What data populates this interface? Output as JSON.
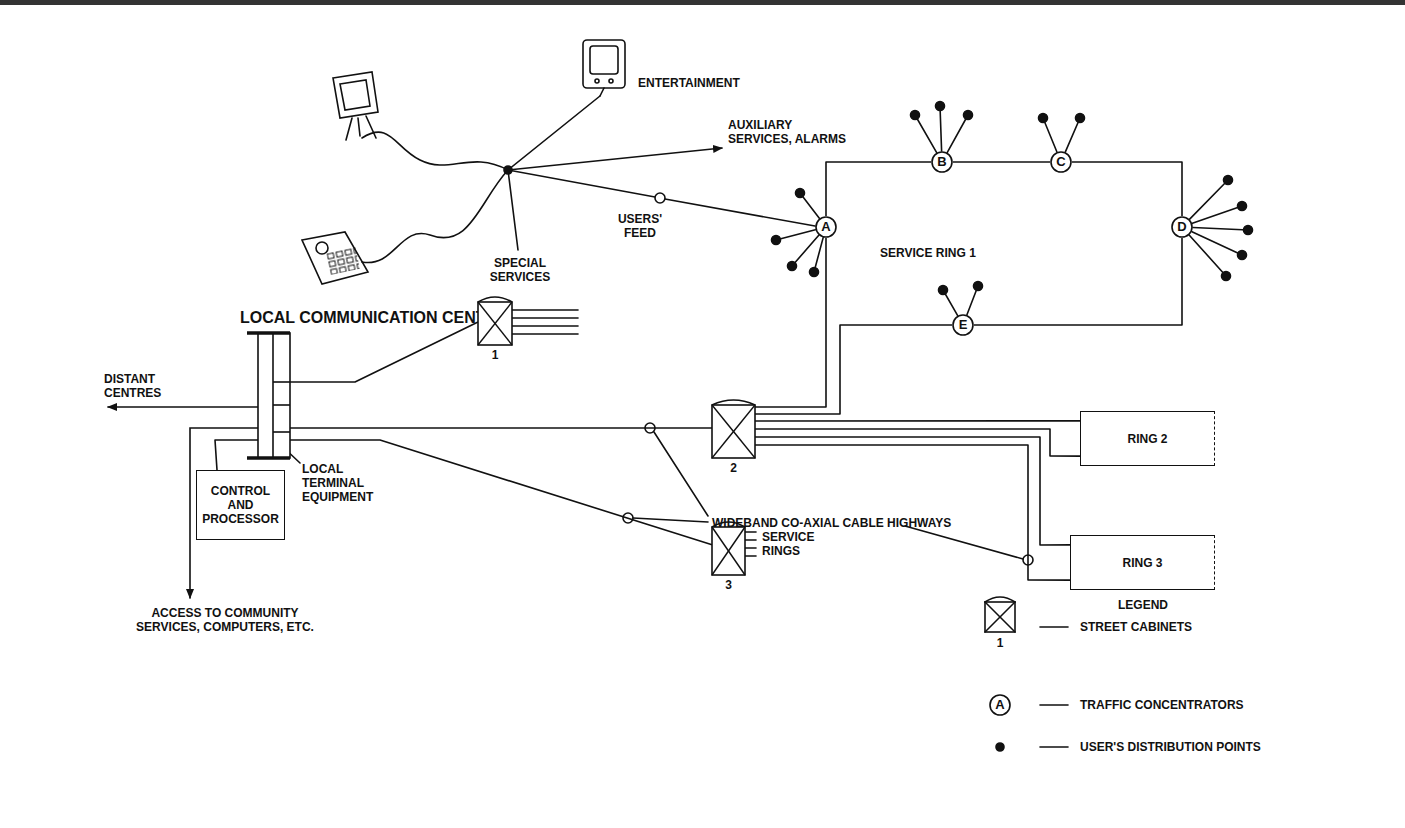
{
  "diagram": {
    "nodes": [
      {
        "text": [
          "LOCAL COMMUNICATION CENTRE"
        ]
      },
      {
        "text": [
          "1"
        ]
      },
      {
        "text": [
          "2"
        ]
      },
      {
        "text": [
          "3"
        ]
      },
      {
        "text": [
          "CONTROL AND PROCESSOR"
        ]
      },
      {
        "text": [
          "A"
        ]
      },
      {
        "text": [
          "B"
        ]
      },
      {
        "text": [
          "C"
        ]
      },
      {
        "text": [
          "D"
        ]
      },
      {
        "text": [
          "E"
        ]
      },
      {
        "text": [
          "RING 2"
        ]
      },
      {
        "text": [
          "RING 3"
        ]
      }
    ],
    "edges": [
      {
        "from": 0,
        "to": 1,
        "arrow": "none"
      },
      {
        "from": 0,
        "to": 2,
        "arrow": "none"
      },
      {
        "from": 0,
        "to": 3,
        "arrow": "none"
      },
      {
        "from": 0,
        "to": 4,
        "arrow": "none"
      },
      {
        "from": 2,
        "to": 5,
        "arrow": "none"
      },
      {
        "from": 5,
        "to": 6,
        "arrow": "none"
      },
      {
        "from": 6,
        "to": 7,
        "arrow": "none"
      },
      {
        "from": 7,
        "to": 8,
        "arrow": "none"
      },
      {
        "from": 8,
        "to": 9,
        "arrow": "none"
      },
      {
        "from": 9,
        "to": 2,
        "arrow": "none"
      },
      {
        "from": 2,
        "to": 10,
        "arrow": "none"
      },
      {
        "from": 2,
        "to": 10,
        "arrow": "none"
      },
      {
        "from": 2,
        "to": 11,
        "arrow": "none"
      },
      {
        "from": 2,
        "to": 11,
        "arrow": "none"
      }
    ],
    "labels": [
      "ENTERTAINMENT",
      "AUXILIARY SERVICES, ALARMS",
      "SPECIAL SERVICES",
      "USERS' FEED",
      "SERVICE RING 1",
      "DISTANT CENTRES",
      "LOCAL TERMINAL EQUIPMENT",
      "ACCESS TO COMMUNITY SERVICES, COMPUTERS, ETC.",
      "WIDEBAND CO-AXIAL CABLE HIGHWAYS",
      "SERVICE RINGS",
      "LEGEND",
      "1",
      "A"
    ],
    "legend": [
      {
        "text": "STREET CABINETS"
      },
      {
        "text": "TRAFFIC CONCENTRATORS"
      },
      {
        "text": "USER'S DISTRIBUTION POINTS"
      }
    ]
  }
}
